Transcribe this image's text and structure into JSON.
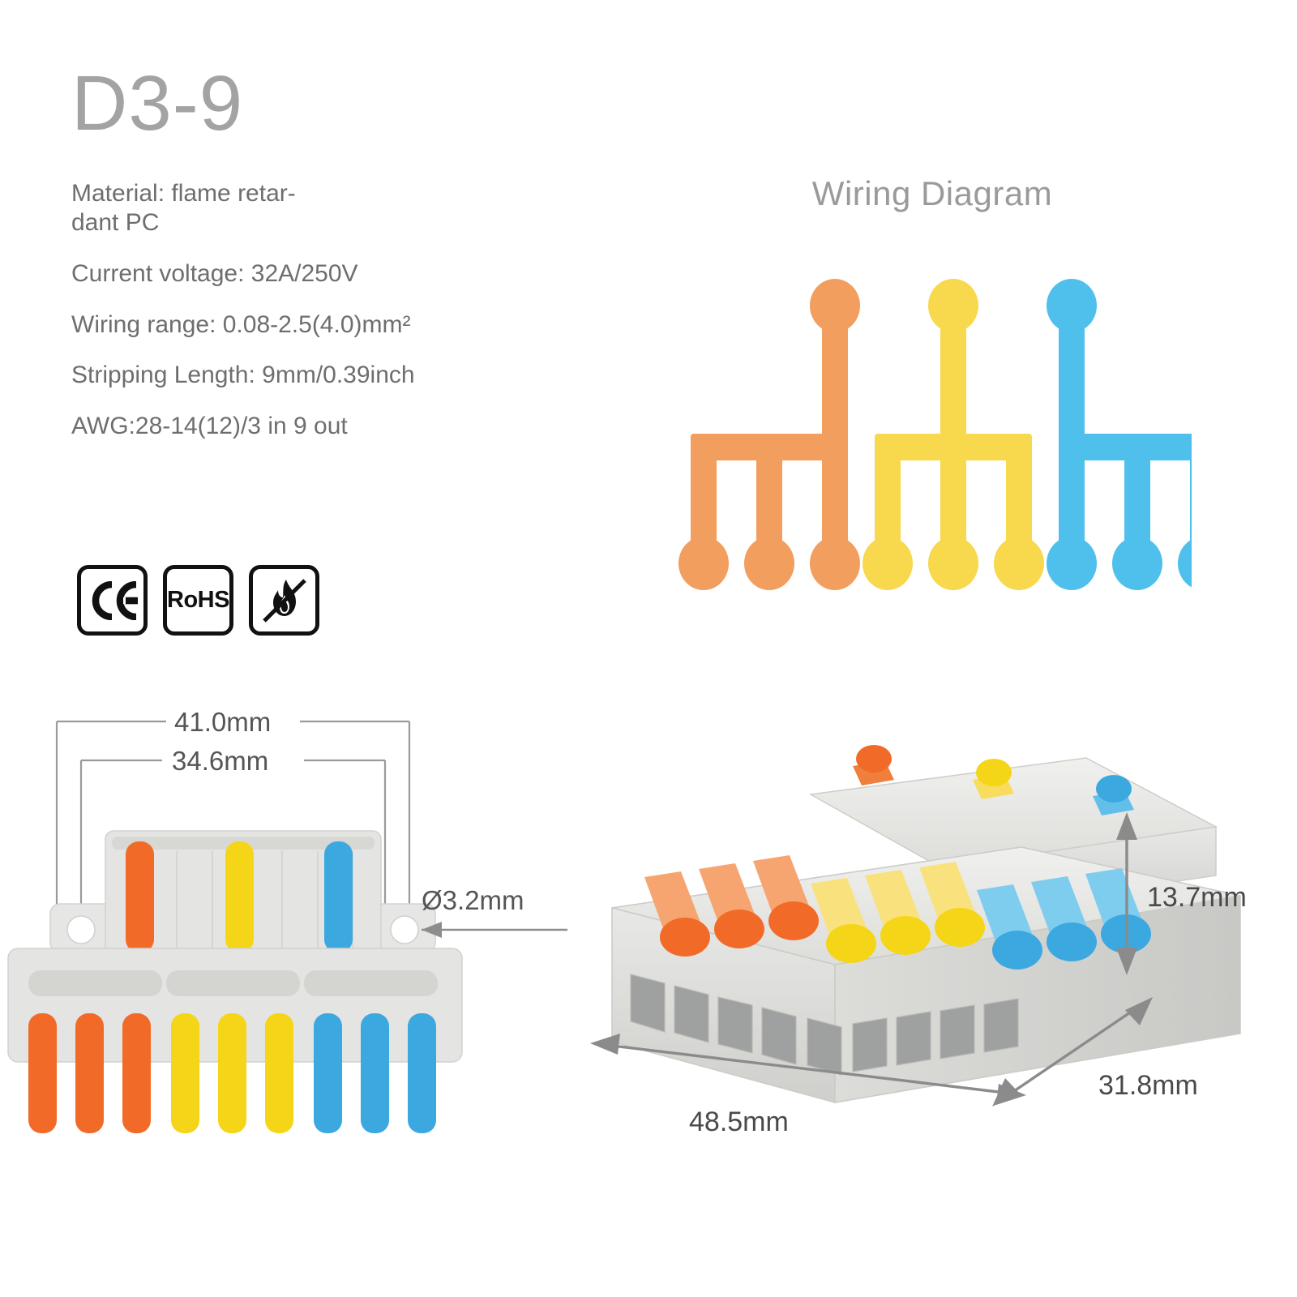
{
  "product": {
    "model": "D3-9",
    "specs": [
      "Material: flame retar-\ndant PC",
      "Current voltage: 32A/250V",
      "Wiring range: 0.08-2.5(4.0)mm²",
      "Stripping Length: 9mm/0.39inch",
      "AWG:28-14(12)/3 in 9 out"
    ],
    "spec_material": "Material: flame retar-\ndant PC",
    "spec_voltage": "Current voltage: 32A/250V",
    "spec_wiring_range": "Wiring range: 0.08-2.5(4.0)mm²",
    "spec_stripping": "Stripping Length: 9mm/0.39inch",
    "spec_awg": "AWG:28-14(12)/3 in 9 out"
  },
  "certifications": [
    {
      "id": "ce",
      "label": "CE",
      "icon": "ce-mark-icon"
    },
    {
      "id": "rohs",
      "label": "RoHS",
      "icon": "rohs-mark-icon"
    },
    {
      "id": "flame",
      "label": "",
      "icon": "flame-retardant-icon"
    }
  ],
  "wiring_diagram": {
    "title": "Wiring Diagram",
    "inputs": 3,
    "outputs_per_input": 3,
    "groups": [
      {
        "color_name": "orange",
        "color": "#F29E5E",
        "input_position": "right",
        "outputs": 3
      },
      {
        "color_name": "yellow",
        "color": "#F8D84C",
        "input_position": "center",
        "outputs": 3
      },
      {
        "color_name": "blue",
        "color": "#4FC0EC",
        "input_position": "left",
        "outputs": 3
      }
    ]
  },
  "dimensions": {
    "width_outer": "41.0mm",
    "width_inner": "34.6mm",
    "hole_diameter": "Ø3.2mm",
    "height": "13.7mm",
    "length": "48.5mm",
    "depth": "31.8mm"
  },
  "colors": {
    "orange_flat": "#F29E5E",
    "yellow_flat": "#F8D84C",
    "blue_flat": "#4FC0EC",
    "orange_lever": "#F26A28",
    "yellow_lever": "#F5D518",
    "blue_lever": "#3CA8E0",
    "body_gray": "#E2E2E0",
    "title_gray": "#a3a3a3",
    "text_gray": "#6e6e6e",
    "dim_gray": "#8d8d8d"
  },
  "lever_layout": {
    "top_levers": [
      "orange",
      "yellow",
      "blue"
    ],
    "bottom_levers": [
      "orange",
      "orange",
      "orange",
      "yellow",
      "yellow",
      "yellow",
      "blue",
      "blue",
      "blue"
    ]
  }
}
